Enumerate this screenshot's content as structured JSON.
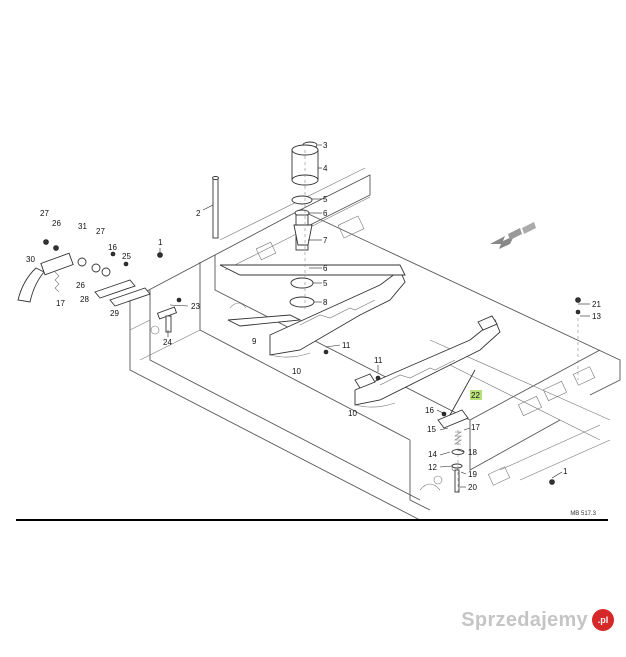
{
  "diagram": {
    "drawing_code": "MB 517.3",
    "highlight_color": "#b8e07a",
    "labels": [
      {
        "id": "p3",
        "text": "3"
      },
      {
        "id": "p4",
        "text": "4"
      },
      {
        "id": "p5",
        "text": "5"
      },
      {
        "id": "p6a",
        "text": "6"
      },
      {
        "id": "p7",
        "text": "7"
      },
      {
        "id": "p6b",
        "text": "6"
      },
      {
        "id": "p5b",
        "text": "5"
      },
      {
        "id": "p8",
        "text": "8"
      },
      {
        "id": "p2",
        "text": "2"
      },
      {
        "id": "p1a",
        "text": "1"
      },
      {
        "id": "p27a",
        "text": "27"
      },
      {
        "id": "p26a",
        "text": "26"
      },
      {
        "id": "p31",
        "text": "31"
      },
      {
        "id": "p27b",
        "text": "27"
      },
      {
        "id": "p16a",
        "text": "16"
      },
      {
        "id": "p25",
        "text": "25"
      },
      {
        "id": "p30",
        "text": "30"
      },
      {
        "id": "p26b",
        "text": "26"
      },
      {
        "id": "p28",
        "text": "28"
      },
      {
        "id": "p17a",
        "text": "17"
      },
      {
        "id": "p29",
        "text": "29"
      },
      {
        "id": "p23",
        "text": "23"
      },
      {
        "id": "p24",
        "text": "24"
      },
      {
        "id": "p9",
        "text": "9"
      },
      {
        "id": "p11a",
        "text": "11"
      },
      {
        "id": "p10a",
        "text": "10"
      },
      {
        "id": "p11b",
        "text": "11"
      },
      {
        "id": "p10b",
        "text": "10"
      },
      {
        "id": "p22",
        "text": "22"
      },
      {
        "id": "p16b",
        "text": "16"
      },
      {
        "id": "p15",
        "text": "15"
      },
      {
        "id": "p17b",
        "text": "17"
      },
      {
        "id": "p14",
        "text": "14"
      },
      {
        "id": "p18",
        "text": "18"
      },
      {
        "id": "p12",
        "text": "12"
      },
      {
        "id": "p19",
        "text": "19"
      },
      {
        "id": "p20",
        "text": "20"
      },
      {
        "id": "p1b",
        "text": "1"
      },
      {
        "id": "p21",
        "text": "21"
      },
      {
        "id": "p13",
        "text": "13"
      }
    ]
  },
  "watermark": {
    "text": "Sprzedajemy",
    "badge": ".pl",
    "badge_color": "#d62828"
  }
}
